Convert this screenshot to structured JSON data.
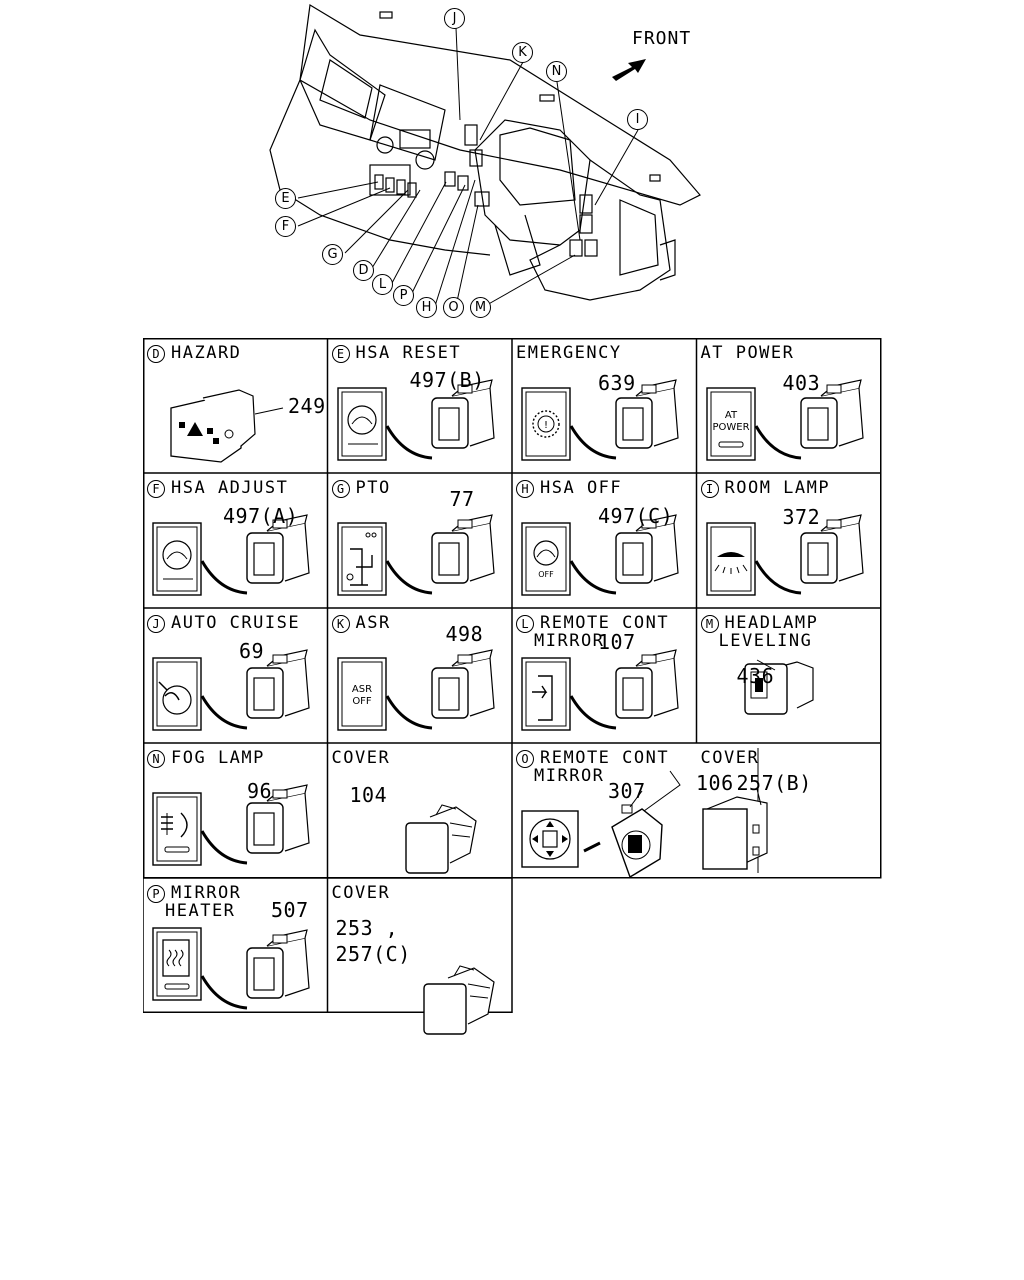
{
  "front_label": "FRONT",
  "callouts": [
    {
      "letter": "J"
    },
    {
      "letter": "K"
    },
    {
      "letter": "N"
    },
    {
      "letter": "I"
    },
    {
      "letter": "E"
    },
    {
      "letter": "F"
    },
    {
      "letter": "G"
    },
    {
      "letter": "D"
    },
    {
      "letter": "L"
    },
    {
      "letter": "P"
    },
    {
      "letter": "H"
    },
    {
      "letter": "O"
    },
    {
      "letter": "M"
    }
  ],
  "cells": [
    {
      "letter": "D",
      "title": "HAZARD",
      "title2": "",
      "part": "249"
    },
    {
      "letter": "E",
      "title": "HSA RESET",
      "title2": "",
      "part": "497(B)"
    },
    {
      "letter": "",
      "title": "EMERGENCY",
      "title2": "",
      "part": "639"
    },
    {
      "letter": "",
      "title": "AT POWER",
      "title2": "",
      "part": "403",
      "label": "AT\nPOWER"
    },
    {
      "letter": "F",
      "title": "HSA ADJUST",
      "title2": "",
      "part": "497(A)"
    },
    {
      "letter": "G",
      "title": "PTO",
      "title2": "",
      "part": "77"
    },
    {
      "letter": "H",
      "title": "HSA OFF",
      "title2": "",
      "part": "497(C)",
      "label": "OFF"
    },
    {
      "letter": "I",
      "title": "ROOM LAMP",
      "title2": "",
      "part": "372"
    },
    {
      "letter": "J",
      "title": "AUTO CRUISE",
      "title2": "",
      "part": "69"
    },
    {
      "letter": "K",
      "title": "ASR",
      "title2": "",
      "part": "498",
      "label": "ASR\nOFF"
    },
    {
      "letter": "L",
      "title": "REMOTE CONT",
      "title2": "MIRROR",
      "part": "107"
    },
    {
      "letter": "M",
      "title": "HEADLAMP",
      "title2": "LEVELING",
      "part": "436"
    },
    {
      "letter": "N",
      "title": "FOG LAMP",
      "title2": "",
      "part": "96"
    },
    {
      "letter": "",
      "title": "COVER",
      "title2": "",
      "part": "104"
    },
    {
      "letter": "O",
      "title": "REMOTE CONT",
      "title2": "MIRROR",
      "part": "307",
      "part2": "106"
    },
    {
      "letter": "",
      "title": "COVER",
      "title2": "",
      "part": "257(B)"
    },
    {
      "letter": "P",
      "title": "MIRROR",
      "title2": "HEATER",
      "part": "507"
    },
    {
      "letter": "",
      "title": "COVER",
      "title2": "",
      "part": "253 ,",
      "part2": "257(C)"
    }
  ]
}
